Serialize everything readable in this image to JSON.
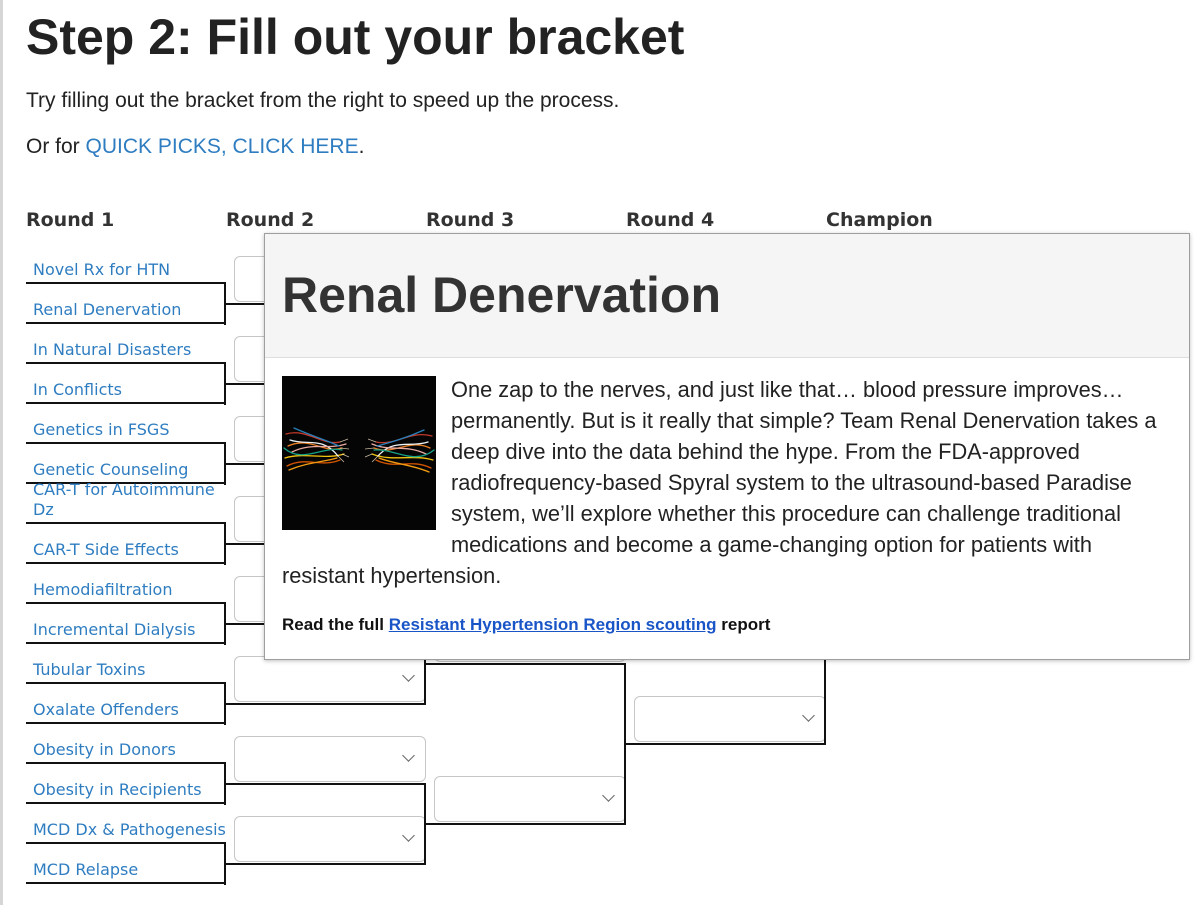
{
  "page": {
    "title": "Step 2: Fill out your bracket",
    "instructions": "Try filling out the bracket from the right to speed up the process.",
    "quick_picks_prefix": "Or for",
    "quick_picks_link": "QUICK PICKS, CLICK HERE",
    "quick_picks_suffix": "."
  },
  "rounds": [
    "Round 1",
    "Round 2",
    "Round 3",
    "Round 4",
    "Champion"
  ],
  "round1_teams": [
    "Novel Rx for HTN",
    "Renal Denervation",
    "In Natural Disasters",
    "In Conflicts",
    "Genetics in FSGS",
    "Genetic Counseling",
    "CAR-T for Autoimmune Dz",
    "CAR-T Side Effects",
    "Hemodiafiltration",
    "Incremental Dialysis",
    "Tubular Toxins",
    "Oxalate Offenders",
    "Obesity in Donors",
    "Obesity in Recipients",
    "MCD Dx & Pathogenesis",
    "MCD Relapse"
  ],
  "popup": {
    "title": "Renal Denervation",
    "description": "One zap to the nerves, and just like that… blood pressure improves… permanently. But is it really that simple? Team Renal Denervation takes a deep dive into the data behind the hype. From the FDA-approved radiofrequency-based Spyral system to the ultrasound-based Paradise system, we’ll explore whether this procedure can challenge traditional medications and become a game-changing option for patients with resistant hypertension.",
    "report_prefix": "Read the full",
    "report_link": "Resistant Hypertension Region scouting",
    "report_suffix": "report"
  },
  "colors": {
    "link": "#2f7dc1",
    "report_link": "#1a55c8",
    "bracket_line": "#111111",
    "popup_header_bg": "#f5f5f5"
  }
}
